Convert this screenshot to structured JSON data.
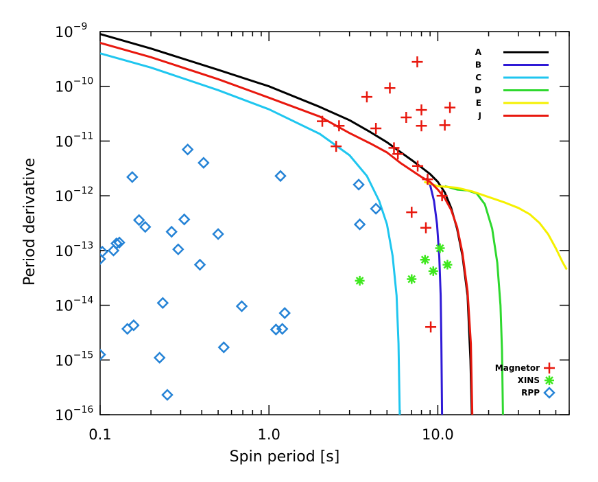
{
  "chart_data": {
    "type": "scatter",
    "xlabel": "Spin period [s]",
    "ylabel": "Period derivative",
    "xscale": "log",
    "yscale": "log",
    "xlim": [
      0.1,
      60
    ],
    "ylim": [
      1e-16,
      1e-09
    ],
    "x_ticks": [
      {
        "value": 0.1,
        "label": "0.1"
      },
      {
        "value": 1,
        "label": "1.0"
      },
      {
        "value": 10,
        "label": "10.0"
      }
    ],
    "y_ticks": [
      {
        "value": 1e-16,
        "base": "10",
        "exp": "−16"
      },
      {
        "value": 1e-15,
        "base": "10",
        "exp": "−15"
      },
      {
        "value": 1e-14,
        "base": "10",
        "exp": "−14"
      },
      {
        "value": 1e-13,
        "base": "10",
        "exp": "−13"
      },
      {
        "value": 1e-12,
        "base": "10",
        "exp": "−12"
      },
      {
        "value": 1e-11,
        "base": "10",
        "exp": "−11"
      },
      {
        "value": 1e-10,
        "base": "10",
        "exp": "−10"
      },
      {
        "value": 1e-09,
        "base": "10",
        "exp": "−9"
      }
    ],
    "lines": [
      {
        "name": "A",
        "color": "#000000",
        "points": [
          [
            0.1,
            9e-10
          ],
          [
            0.2,
            4.9e-10
          ],
          [
            0.5,
            2e-10
          ],
          [
            1,
            1e-10
          ],
          [
            2,
            4.2e-11
          ],
          [
            3,
            2.4e-11
          ],
          [
            4,
            1.45e-11
          ],
          [
            5,
            9.5e-12
          ],
          [
            6,
            6.3e-12
          ],
          [
            7,
            4.5e-12
          ],
          [
            8,
            3.3e-12
          ],
          [
            9,
            2.5e-12
          ],
          [
            10,
            1.8e-12
          ],
          [
            11,
            1.15e-12
          ],
          [
            12,
            6e-13
          ],
          [
            13,
            2.5e-13
          ],
          [
            14,
            8e-14
          ],
          [
            15,
            1.5e-14
          ],
          [
            15.6,
            1e-15
          ],
          [
            15.9,
            1e-16
          ]
        ]
      },
      {
        "name": "B",
        "color": "#2f1ad6",
        "points": [
          [
            8.5,
            2.1e-12
          ],
          [
            9,
            1.6e-12
          ],
          [
            9.5,
            8e-13
          ],
          [
            9.9,
            3e-13
          ],
          [
            10.2,
            8e-14
          ],
          [
            10.4,
            1.5e-14
          ],
          [
            10.5,
            2e-15
          ],
          [
            10.6,
            1e-16
          ]
        ]
      },
      {
        "name": "C",
        "color": "#1fc6ef",
        "points": [
          [
            0.1,
            4e-10
          ],
          [
            0.2,
            2.2e-10
          ],
          [
            0.5,
            8.5e-11
          ],
          [
            1,
            3.8e-11
          ],
          [
            2,
            1.35e-11
          ],
          [
            3,
            5.5e-12
          ],
          [
            3.8,
            2.3e-12
          ],
          [
            4.5,
            8e-13
          ],
          [
            5,
            3e-13
          ],
          [
            5.4,
            8e-14
          ],
          [
            5.7,
            1.5e-14
          ],
          [
            5.85,
            2e-15
          ],
          [
            5.95,
            1e-16
          ]
        ]
      },
      {
        "name": "D",
        "color": "#2ed82e",
        "points": [
          [
            11,
            1.5e-12
          ],
          [
            13,
            1.3e-12
          ],
          [
            15,
            1.25e-12
          ],
          [
            17,
            1.1e-12
          ],
          [
            19,
            7e-13
          ],
          [
            21,
            2.5e-13
          ],
          [
            22.5,
            6e-14
          ],
          [
            23.5,
            1e-14
          ],
          [
            24,
            1.5e-15
          ],
          [
            24.3,
            1e-16
          ]
        ]
      },
      {
        "name": "E",
        "color": "#f5f000",
        "points": [
          [
            8.3,
            1.8e-12
          ],
          [
            10,
            1.5e-12
          ],
          [
            13,
            1.4e-12
          ],
          [
            16,
            1.2e-12
          ],
          [
            20,
            9.5e-13
          ],
          [
            25,
            7.5e-13
          ],
          [
            30,
            6e-13
          ],
          [
            35,
            4.6e-13
          ],
          [
            40,
            3.2e-13
          ],
          [
            45,
            2e-13
          ],
          [
            50,
            1.1e-13
          ],
          [
            55,
            6e-14
          ],
          [
            58,
            4.5e-14
          ]
        ]
      },
      {
        "name": "J",
        "color": "#e8180e",
        "points": [
          [
            0.1,
            6.2e-10
          ],
          [
            0.2,
            3.4e-10
          ],
          [
            0.5,
            1.35e-10
          ],
          [
            1,
            6.2e-11
          ],
          [
            2,
            2.8e-11
          ],
          [
            3,
            1.4e-11
          ],
          [
            4,
            9e-12
          ],
          [
            5,
            6.2e-12
          ],
          [
            6,
            4e-12
          ],
          [
            7,
            2.9e-12
          ],
          [
            8,
            2.2e-12
          ],
          [
            9,
            1.8e-12
          ],
          [
            10,
            1.3e-12
          ],
          [
            11,
            9e-13
          ],
          [
            12,
            5.5e-13
          ],
          [
            13,
            2.7e-13
          ],
          [
            14,
            9e-14
          ],
          [
            15,
            1.8e-14
          ],
          [
            15.7,
            2e-15
          ],
          [
            16,
            1e-16
          ]
        ]
      }
    ],
    "scatter_series": [
      {
        "name": "Magnetor",
        "marker": "plus",
        "color": "#e8180e",
        "points": [
          [
            2.07,
            2.3e-11
          ],
          [
            2.5,
            8e-12
          ],
          [
            2.6,
            1.9e-11
          ],
          [
            3.8,
            6.4e-11
          ],
          [
            4.3,
            1.7e-11
          ],
          [
            5.2,
            9.3e-11
          ],
          [
            5.5,
            7.5e-12
          ],
          [
            5.8,
            5.8e-12
          ],
          [
            6.5,
            2.7e-11
          ],
          [
            7,
            5e-13
          ],
          [
            7.56,
            2.8e-10
          ],
          [
            7.6,
            3.5e-12
          ],
          [
            8,
            3.7e-11
          ],
          [
            8,
            1.9e-11
          ],
          [
            8.5,
            2.6e-13
          ],
          [
            8.7,
            2e-12
          ],
          [
            9.08,
            4e-15
          ],
          [
            10.6,
            1e-12
          ],
          [
            11,
            1.95e-11
          ],
          [
            11.8,
            4.1e-11
          ]
        ]
      },
      {
        "name": "XINS",
        "marker": "asterisk",
        "color": "#3fe81e",
        "points": [
          [
            3.45,
            2.8e-14
          ],
          [
            7,
            3e-14
          ],
          [
            8.4,
            6.8e-14
          ],
          [
            9.4,
            4.2e-14
          ],
          [
            10.3,
            1.1e-13
          ],
          [
            11.4,
            5.5e-14
          ]
        ]
      },
      {
        "name": "RPP",
        "marker": "diamond",
        "color": "#2583d6",
        "points": [
          [
            0.1,
            7e-14
          ],
          [
            0.103,
            9.5e-14
          ],
          [
            0.1,
            1.25e-15
          ],
          [
            0.12,
            1e-13
          ],
          [
            0.125,
            1.35e-13
          ],
          [
            0.13,
            1.4e-13
          ],
          [
            0.145,
            3.7e-15
          ],
          [
            0.155,
            2.2e-12
          ],
          [
            0.158,
            4.3e-15
          ],
          [
            0.17,
            3.6e-13
          ],
          [
            0.185,
            2.7e-13
          ],
          [
            0.225,
            1.1e-15
          ],
          [
            0.235,
            1.1e-14
          ],
          [
            0.25,
            2.3e-16
          ],
          [
            0.265,
            2.2e-13
          ],
          [
            0.29,
            1.05e-13
          ],
          [
            0.315,
            3.7e-13
          ],
          [
            0.33,
            7e-12
          ],
          [
            0.39,
            5.5e-14
          ],
          [
            0.41,
            4e-12
          ],
          [
            0.5,
            2e-13
          ],
          [
            0.54,
            1.7e-15
          ],
          [
            0.69,
            9.6e-15
          ],
          [
            1.1,
            3.6e-15
          ],
          [
            1.17,
            2.3e-12
          ],
          [
            1.2,
            3.7e-15
          ],
          [
            1.24,
            7.2e-15
          ],
          [
            3.4,
            1.6e-12
          ],
          [
            3.45,
            3e-13
          ],
          [
            4.3,
            5.8e-13
          ]
        ]
      }
    ]
  }
}
